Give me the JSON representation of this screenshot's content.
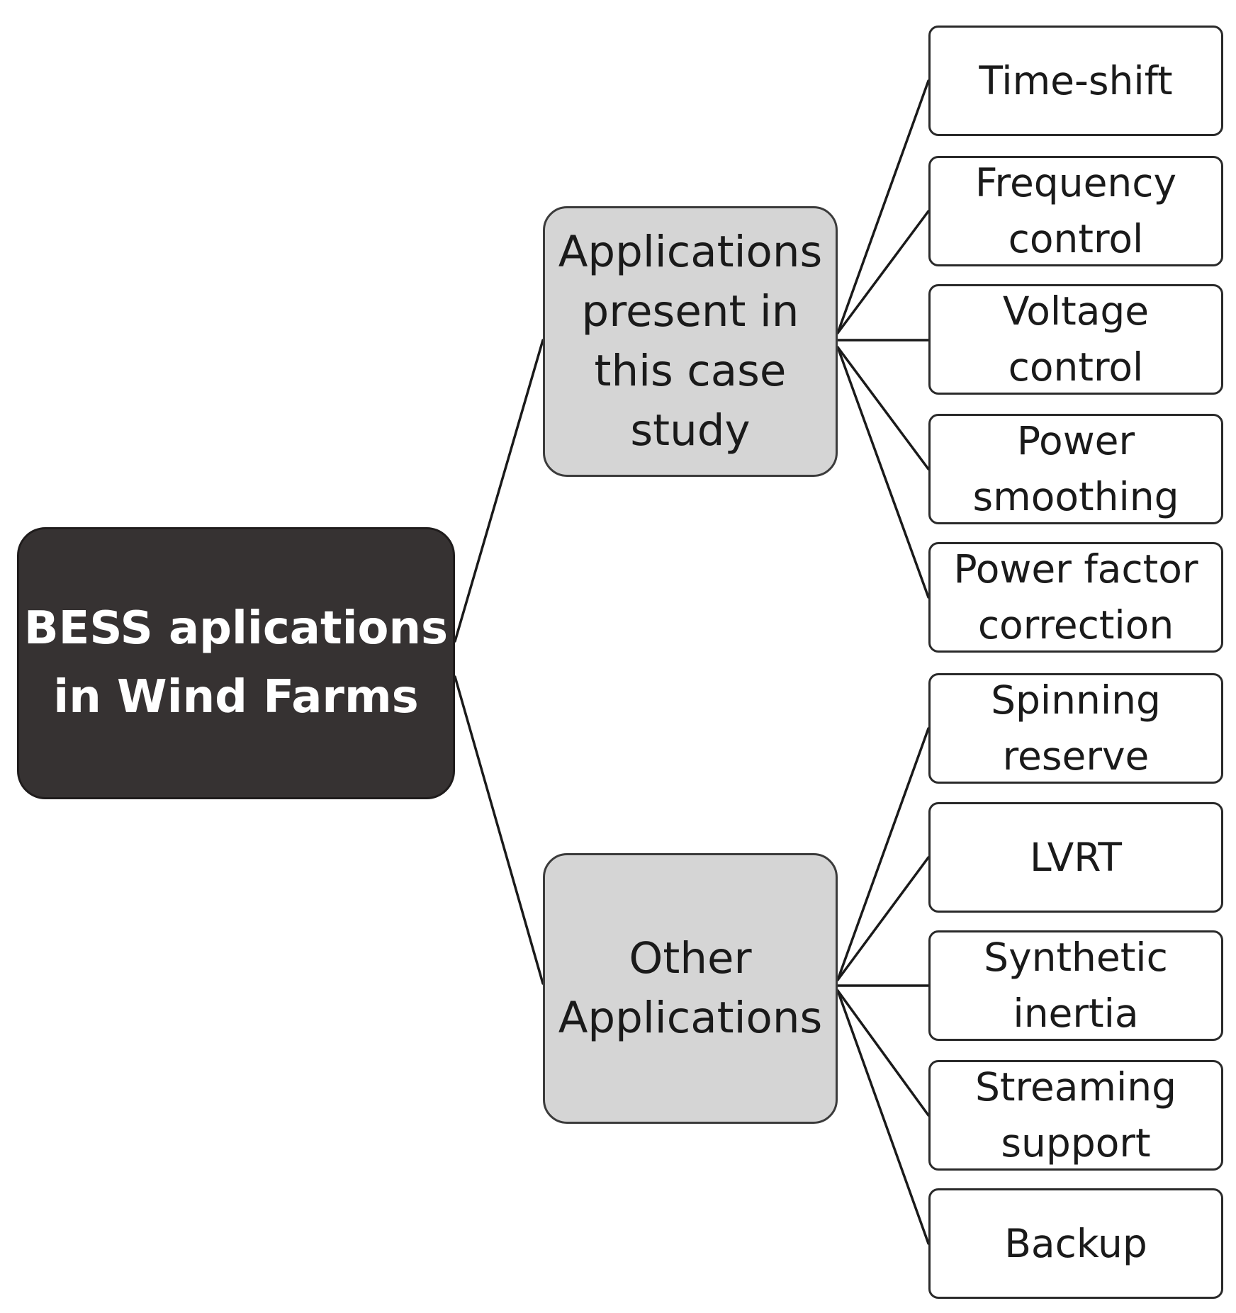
{
  "root": {
    "label": "BESS aplications\nin Wind Farms"
  },
  "groups": [
    {
      "label": "Applications\npresent in\nthis case\nstudy",
      "items": [
        "Time-shift",
        "Frequency\ncontrol",
        "Voltage\ncontrol",
        "Power\nsmoothing",
        "Power factor\ncorrection"
      ]
    },
    {
      "label": "Other\nApplications",
      "items": [
        "Spinning\nreserve",
        "LVRT",
        "Synthetic\ninertia",
        "Streaming\nsupport",
        "Backup"
      ]
    }
  ],
  "colors": {
    "root_fill": "#363232",
    "group_fill": "#d5d5d5",
    "leaf_fill": "#ffffff",
    "line": "#1a1a1a"
  }
}
